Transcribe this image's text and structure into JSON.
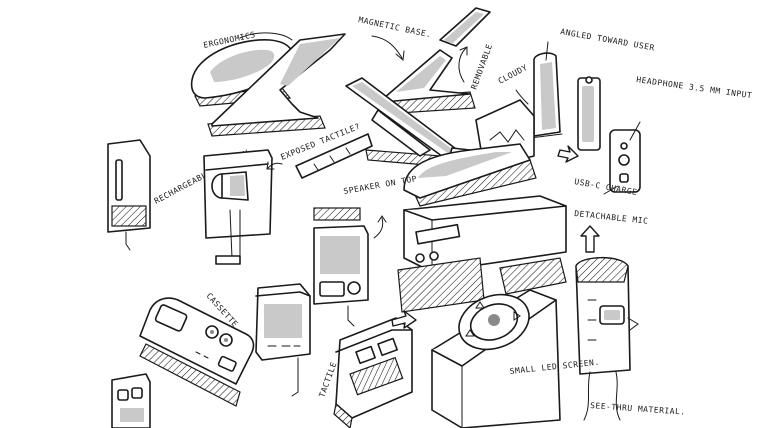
{
  "labels": {
    "ergonomics": "ERGONOMICS",
    "magnetic_base": "MAGNETIC BASE.",
    "removable": "REMOVABLE",
    "angled_toward_user": "ANGLED TOWARD USER",
    "cloudy": "CLOUDY",
    "headphone_input": "HEADPHONE 3.5 mm INPUT",
    "usbc_charge": "USB-C CHARGE",
    "exposed_tactile": "EXPOSED TACTILE?",
    "rechargeable_battery": "RECHARGEABLE BATTERY",
    "speaker_on_top": "SPEAKER ON TOP",
    "detachable_mic": "DETACHABLE MIC",
    "cassette": "CASSETTE",
    "tactile": "TACTILE",
    "small_led_screen": "SMALL LED SCREEN.",
    "see_thru_material": "SEE-THRU MATERIAL."
  },
  "colors": {
    "ink": "#1a1a1a",
    "shade_light": "#c9c9c9",
    "shade_dark": "#8a8a8a",
    "paper": "#ffffff"
  }
}
